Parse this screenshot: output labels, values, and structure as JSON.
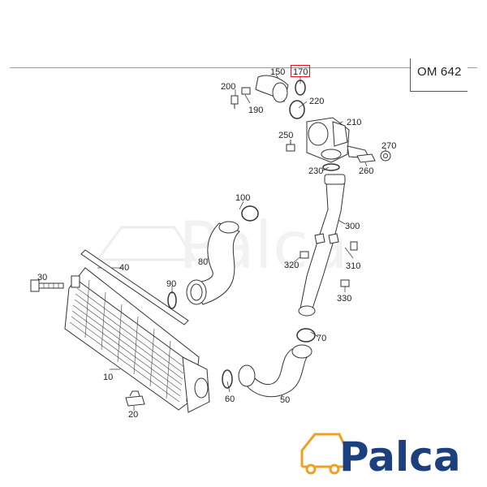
{
  "engine_code": "OM 642",
  "highlighted_part": "170",
  "brand": "Palca",
  "colors": {
    "highlight": "#e2141f",
    "brand_blue": "#1c3f7e",
    "car_icon": "#f0a020",
    "line": "#333333"
  },
  "parts": [
    "10",
    "20",
    "30",
    "40",
    "50",
    "60",
    "70",
    "80",
    "90",
    "100",
    "150",
    "170",
    "190",
    "200",
    "210",
    "220",
    "230",
    "250",
    "260",
    "270",
    "300",
    "310",
    "320",
    "330"
  ]
}
